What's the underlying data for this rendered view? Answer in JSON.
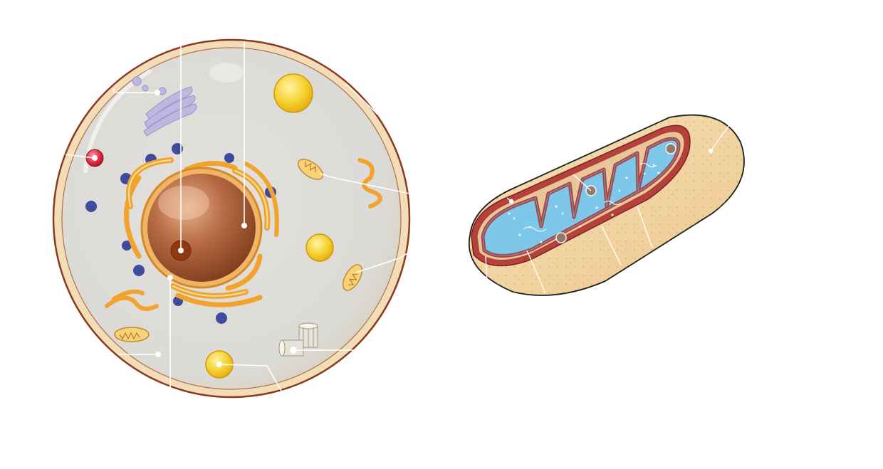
{
  "diagram": {
    "figures": [
      {
        "name": "animal-cell",
        "parts": [
          "cell-membrane",
          "cytoplasm",
          "nucleus",
          "nucleolus",
          "nuclear-envelope",
          "rough-endoplasmic-reticulum",
          "golgi-apparatus",
          "mitochondrion",
          "lysosome",
          "vesicle",
          "centriole",
          "ribosome"
        ],
        "label_text_visible": false
      },
      {
        "name": "mitochondrion-cross-section",
        "parts": [
          "outer-membrane",
          "inner-membrane",
          "cristae",
          "matrix",
          "granules"
        ],
        "label_text_visible": false
      }
    ],
    "colors": {
      "membrane_outer": "#8b3a1e",
      "membrane_fill": "#f2d9b4",
      "cytoplasm": "#dcdbd8",
      "nucleus": "#a25a35",
      "nucleolus": "#8e3a10",
      "er_golgi": "#f3a531",
      "golgi_body": "#b8b4dc",
      "ribosome": "#3d4a9a",
      "vesicle": "#f4c92a",
      "lysosome": "#d9233b",
      "mito_outer": "#f0d19c",
      "mito_inner": "#b6403c",
      "mito_matrix": "#7cc7ea",
      "leader_line": "#ffffff"
    }
  }
}
